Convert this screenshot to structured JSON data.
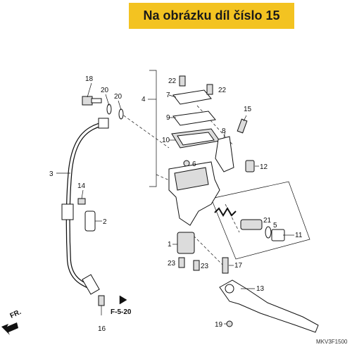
{
  "banner": {
    "text": "Na obrázku díl číslo 15",
    "color": "#f3c321"
  },
  "callouts": {
    "c1": "1",
    "c2": "2",
    "c3": "3",
    "c4": "4",
    "c5": "5",
    "c6": "6",
    "c7": "7",
    "c8": "8",
    "c9": "9",
    "c10": "10",
    "c11": "11",
    "c12": "12",
    "c13": "13",
    "c14": "14",
    "c15": "15",
    "c16": "16",
    "c17": "17",
    "c18": "18",
    "c19": "19",
    "c20a": "20",
    "c20b": "20",
    "c21": "21",
    "c22a": "22",
    "c22b": "22",
    "c23a": "23",
    "c23b": "23"
  },
  "reference": "F-5-20",
  "front_marker": "FR.",
  "diagram_code": "MKV3F1500"
}
